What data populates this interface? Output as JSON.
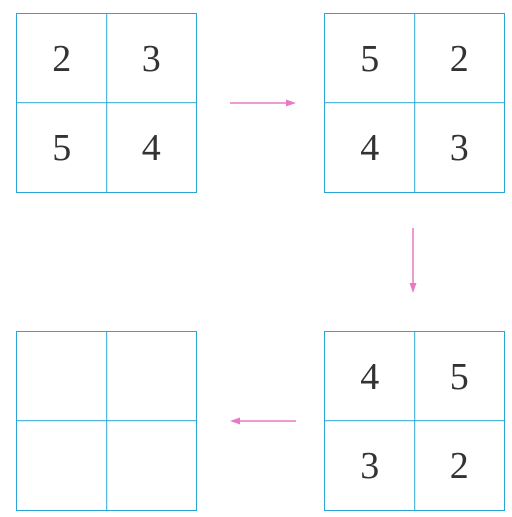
{
  "colors": {
    "grid_line": "#2aa6d6",
    "arrow": "#e77ac4",
    "digit": "#333333"
  },
  "grids": [
    {
      "cells": [
        "2",
        "3",
        "5",
        "4"
      ]
    },
    {
      "cells": [
        "5",
        "2",
        "4",
        "3"
      ]
    },
    {
      "cells": [
        "4",
        "5",
        "3",
        "2"
      ]
    },
    {
      "cells": [
        "",
        "",
        "",
        ""
      ]
    }
  ],
  "arrows": [
    {
      "direction": "right"
    },
    {
      "direction": "down"
    },
    {
      "direction": "left"
    }
  ]
}
